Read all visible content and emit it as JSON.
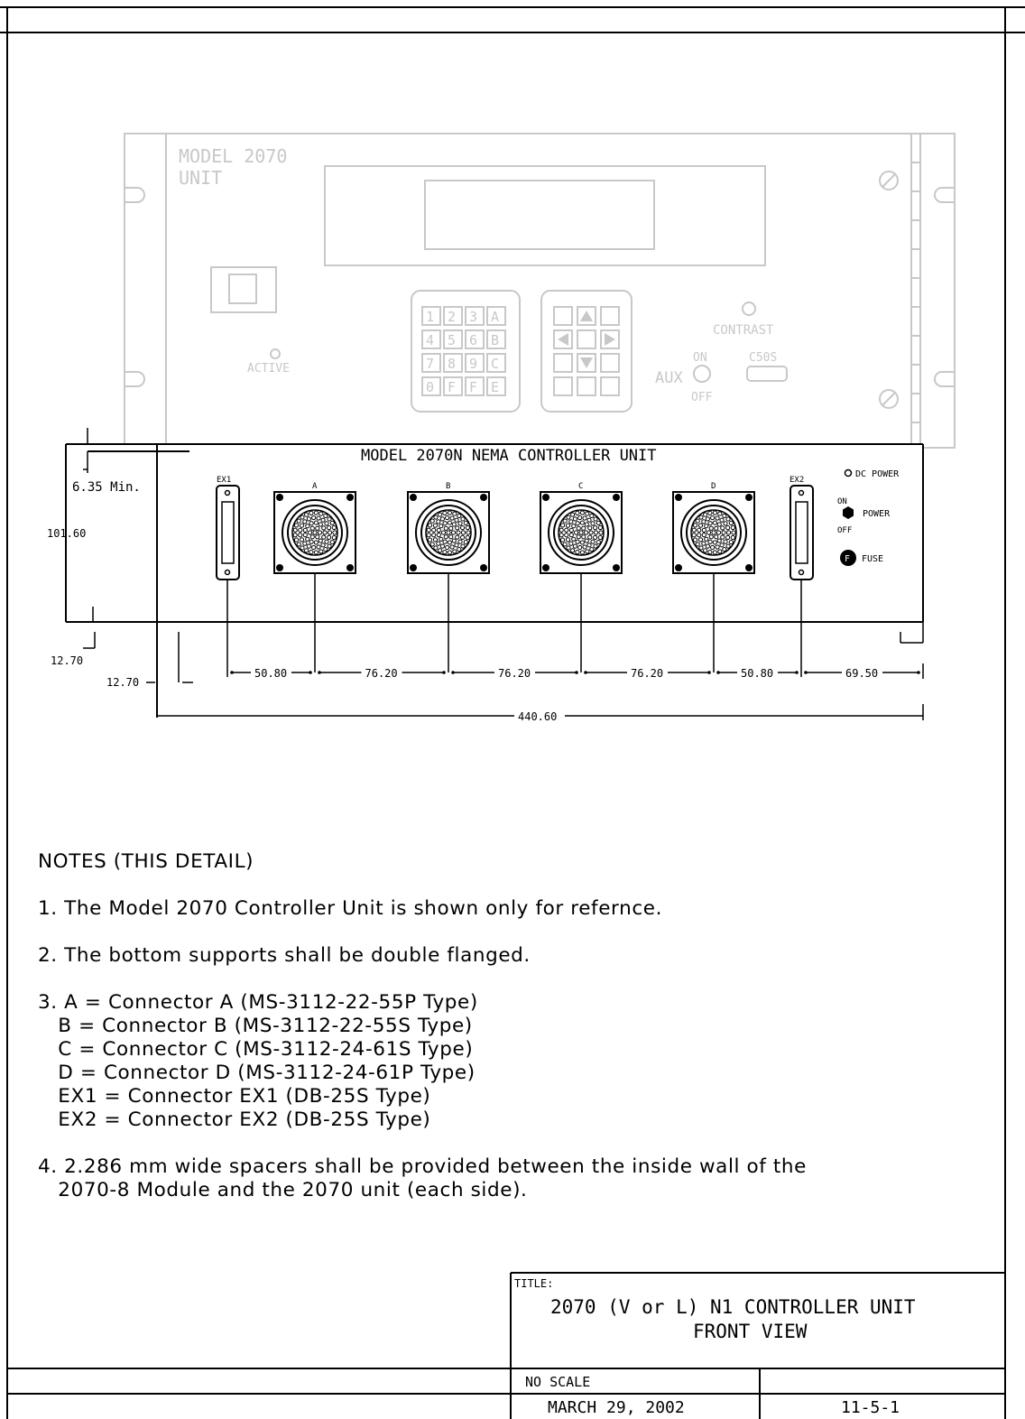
{
  "ghost_unit": {
    "model_label_1": "MODEL 2070",
    "model_label_2": "UNIT",
    "active_label": "ACTIVE",
    "contrast_label": "CONTRAST",
    "aux_label": "AUX",
    "on_label": "ON",
    "off_label": "OFF",
    "c50s_label": "C50S",
    "keypad_keys": [
      "1",
      "2",
      "3",
      "A",
      "4",
      "5",
      "6",
      "B",
      "7",
      "8",
      "9",
      "C",
      "0",
      "F",
      "F",
      "E"
    ]
  },
  "controller": {
    "title": "MODEL 2070N NEMA CONTROLLER UNIT",
    "ex1_label": "EX1",
    "ex2_label": "EX2",
    "connector_labels": [
      "A",
      "B",
      "C",
      "D"
    ],
    "dc_power_label": "DC POWER",
    "on_label": "ON",
    "off_label": "OFF",
    "power_label": "POWER",
    "fuse_label": "FUSE"
  },
  "dimensions": {
    "min_clearance": "6.35 Min.",
    "height": "101.60",
    "bottom_offset": "12.70",
    "side_offset": "12.70",
    "spacings": [
      "50.80",
      "76.20",
      "76.20",
      "76.20",
      "50.80",
      "69.50"
    ],
    "total_width": "440.60"
  },
  "notes": {
    "heading": "NOTES (THIS DETAIL)",
    "note1": "1. The Model 2070 Controller Unit is shown only for refernce.",
    "note2": "2. The bottom supports shall be double flanged.",
    "note3_lines": [
      "3. A = Connector A (MS-3112-22-55P Type)",
      "   B = Connector B (MS-3112-22-55S Type)",
      "   C = Connector C (MS-3112-24-61S Type)",
      "   D = Connector D (MS-3112-24-61P Type)",
      "   EX1 = Connector EX1 (DB-25S Type)",
      "   EX2 = Connector EX2 (DB-25S Type)"
    ],
    "note4_lines": [
      "4. 2.286 mm wide spacers shall be provided between the inside wall of the",
      "   2070-8 Module and the 2070 unit (each side)."
    ]
  },
  "title_block": {
    "title_label": "TITLE:",
    "title_line1": "2070 (V or L) N1 CONTROLLER UNIT",
    "title_line2": "FRONT VIEW",
    "scale": "NO SCALE",
    "date": "MARCH 29, 2002",
    "drawing_number": "11-5-1"
  }
}
